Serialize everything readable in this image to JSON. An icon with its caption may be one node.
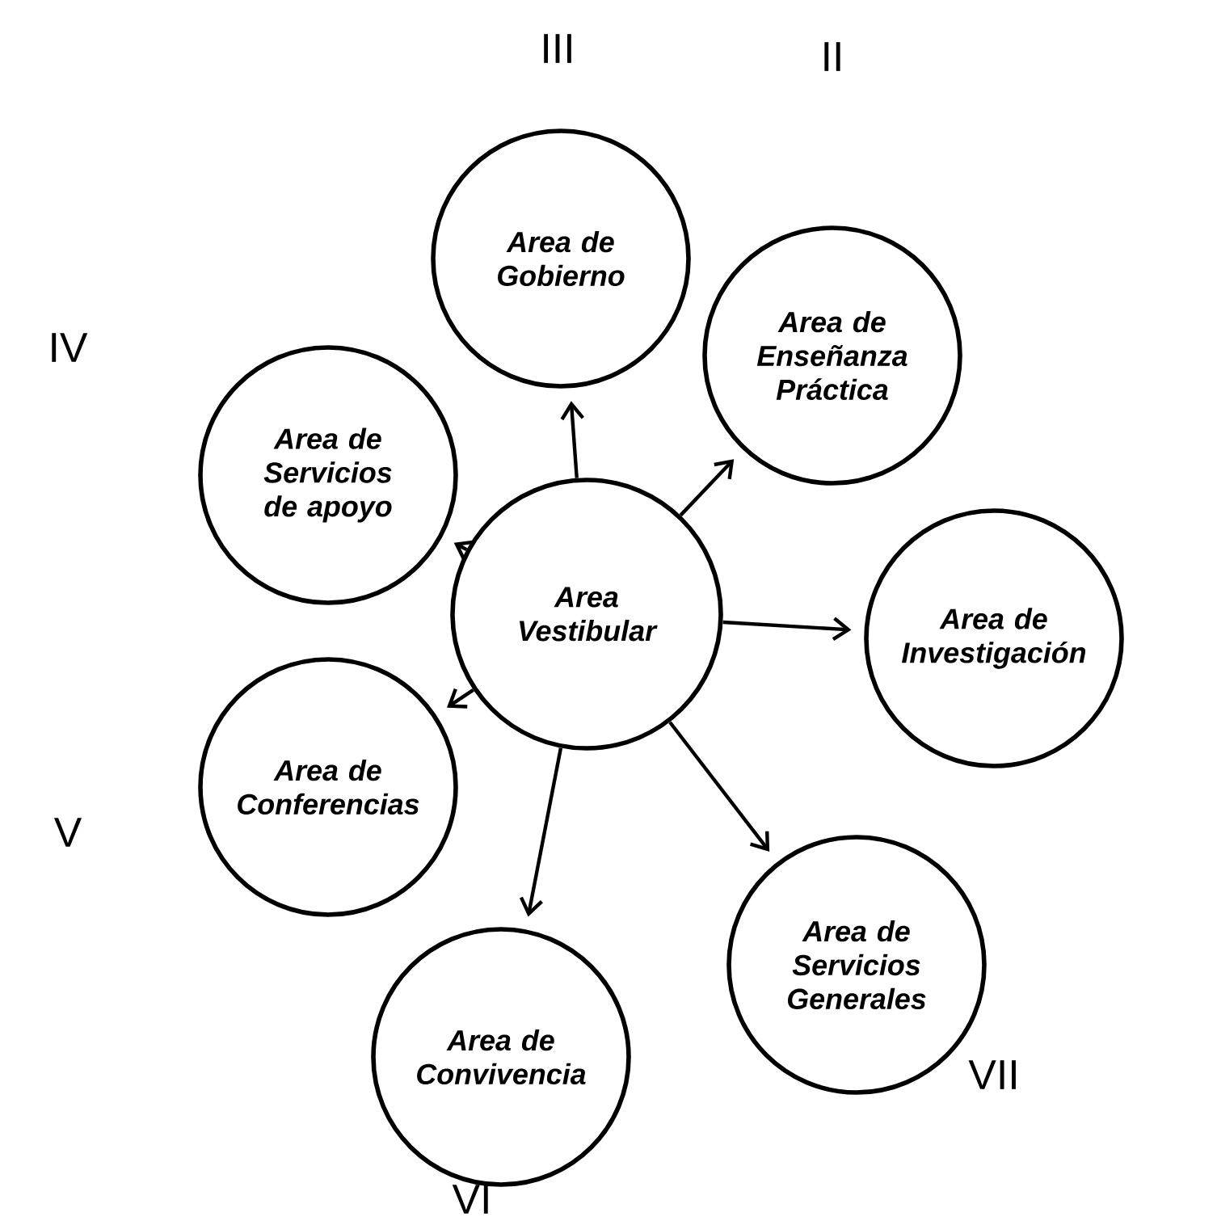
{
  "diagram": {
    "nodes": [
      {
        "text": [
          "Area de Gobierno"
        ]
      },
      {
        "text": [
          "Area de Enseñanza Práctica"
        ]
      },
      {
        "text": [
          "Area de Servicios de apoyo"
        ]
      },
      {
        "text": [
          "Area Vestibular"
        ]
      },
      {
        "text": [
          "Area de Investigación"
        ]
      },
      {
        "text": [
          "Area de Conferencias"
        ]
      },
      {
        "text": [
          "Area de Servicios Generales"
        ]
      },
      {
        "text": [
          "Area de Convivencia"
        ]
      }
    ],
    "edges": [
      {
        "from": 3,
        "to": 0,
        "arrow": "to"
      },
      {
        "from": 3,
        "to": 1,
        "arrow": "to"
      },
      {
        "from": 3,
        "to": 2,
        "arrow": "to"
      },
      {
        "from": 3,
        "to": 4,
        "arrow": "to"
      },
      {
        "from": 3,
        "to": 5,
        "arrow": "to"
      },
      {
        "from": 3,
        "to": 6,
        "arrow": "to"
      },
      {
        "from": 3,
        "to": 7,
        "arrow": "to"
      }
    ],
    "labels": [
      "III",
      "II",
      "IV",
      "V",
      "VII",
      "VI"
    ]
  }
}
